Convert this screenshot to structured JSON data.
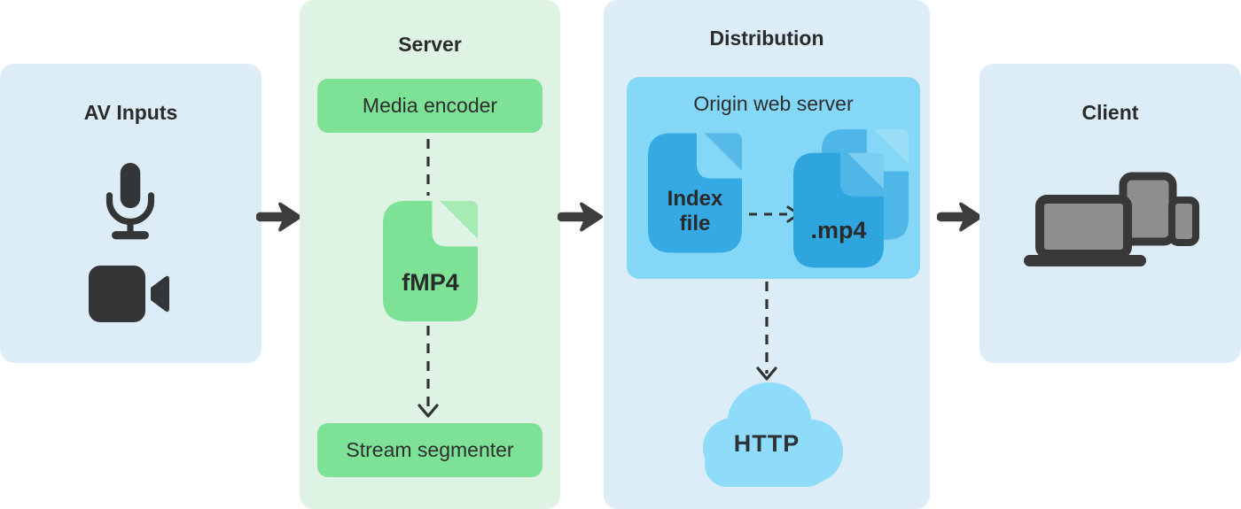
{
  "palette": {
    "panel_blue": "#DCEDF8",
    "panel_green": "#DFF3E5",
    "accent_green": "#7DE296",
    "accent_green_fold": "#A5EBB6",
    "origin_box_blue": "#85D7F8",
    "index_file_blue": "#35A9E1",
    "index_file_fold": "#55BAE8",
    "mp4_front_blue": "#2EA5DD",
    "mp4_front_fold": "#7ACEF2",
    "mp4_back_blue": "#4FB7E7",
    "mp4_back_fold": "#9ADDF6",
    "cloud_blue": "#8EDCF9",
    "ink": "#2B2B2B",
    "arrow_dark": "#3D3D3D",
    "device_gray": "#8E8E8E",
    "device_dark": "#383838"
  },
  "nodes": {
    "av_inputs": {
      "title": "AV Inputs",
      "icons": [
        "microphone-icon",
        "video-camera-icon"
      ]
    },
    "server": {
      "title": "Server",
      "media_encoder_label": "Media encoder",
      "fmp4_file_label": "fMP4",
      "stream_segmenter_label": "Stream segmenter"
    },
    "distribution": {
      "title": "Distribution",
      "origin_server_title": "Origin web server",
      "index_file_label": [
        "Index",
        "file"
      ],
      "mp4_file_label": ".mp4",
      "http_cloud_label": "HTTP"
    },
    "client": {
      "title": "Client",
      "icons": [
        "devices-icon"
      ]
    }
  },
  "connections": [
    {
      "from": "av-inputs",
      "to": "server",
      "style": "solid-arrow"
    },
    {
      "from": "media-encoder",
      "to": "fmp4-file",
      "style": "dashed-line"
    },
    {
      "from": "fmp4-file",
      "to": "stream-segmenter",
      "style": "dashed-arrow"
    },
    {
      "from": "server",
      "to": "distribution",
      "style": "solid-arrow"
    },
    {
      "from": "index-file",
      "to": "mp4-file",
      "style": "dashed-arrow"
    },
    {
      "from": "origin-web-server",
      "to": "http-cloud",
      "style": "dashed-arrow"
    },
    {
      "from": "distribution",
      "to": "client",
      "style": "solid-arrow"
    }
  ]
}
